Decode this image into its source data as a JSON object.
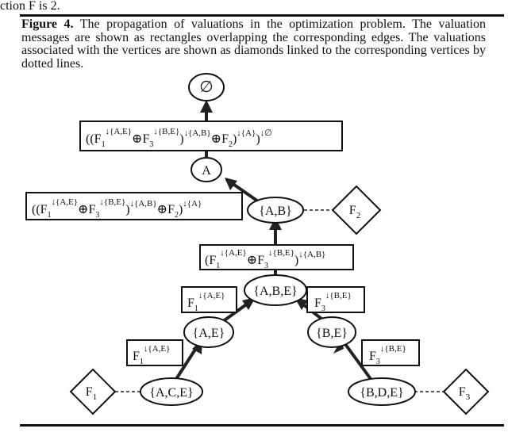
{
  "top_fragment": "ction F is 2.",
  "figure": {
    "label": "Figure 4.",
    "caption": "The propagation of valuations in the optimization problem.  The valuation messages are shown as rectangles overlapping the corresponding edges.  The valuations associated with the vertices are shown as diamonds linked to the corresponding vertices by dotted lines."
  },
  "vertices": {
    "empty": "∅",
    "a": "A",
    "ab": "{A,B}",
    "abe": "{A,B,E}",
    "ae": "{A,E}",
    "be": "{B,E}",
    "ace": "{A,C,E}",
    "bde": "{B,D,E}"
  },
  "diamonds": {
    "f2": {
      "base": "F",
      "sub": "2"
    },
    "f1": {
      "base": "F",
      "sub": "1"
    },
    "f3": {
      "base": "F",
      "sub": "3"
    }
  },
  "messages": {
    "m_a_empty": {
      "open": "((",
      "f1": "F",
      "f1_sub": "1",
      "f1_sup": "↓{A,E}",
      "op1": "⊕",
      "f3": "F",
      "f3_sub": "3",
      "f3_sup": "↓{B,E}",
      "close1": ")",
      "sup1": "↓{A,B}",
      "op2": "⊕",
      "f2": "F",
      "f2_sub": "2",
      "close2": ")",
      "sup2": "↓{A}",
      "close3": ")",
      "sup3": "↓∅"
    },
    "m_ab_a": {
      "open": "((",
      "f1": "F",
      "f1_sub": "1",
      "f1_sup": "↓{A,E}",
      "op1": "⊕",
      "f3": "F",
      "f3_sub": "3",
      "f3_sup": "↓{B,E}",
      "close1": ")",
      "sup1": "↓{A,B}",
      "op2": "⊕",
      "f2": "F",
      "f2_sub": "2",
      "close2": ")",
      "sup2": "↓{A}"
    },
    "m_abe_ab": {
      "open": "(",
      "f1": "F",
      "f1_sub": "1",
      "f1_sup": "↓{A,E}",
      "op1": "⊕",
      "f3": "F",
      "f3_sub": "3",
      "f3_sup": "↓{B,E}",
      "close1": ")",
      "sup1": "↓{A,B}"
    },
    "m_ae_abe": {
      "f": "F",
      "sub": "1",
      "sup": "↓{A,E}"
    },
    "m_ace_ae": {
      "f": "F",
      "sub": "1",
      "sup": "↓{A,E}"
    },
    "m_be_abe": {
      "f": "F",
      "sub": "3",
      "sup": "↓{B,E}"
    },
    "m_bde_be": {
      "f": "F",
      "sub": "3",
      "sup": "↓{B,E}"
    }
  }
}
